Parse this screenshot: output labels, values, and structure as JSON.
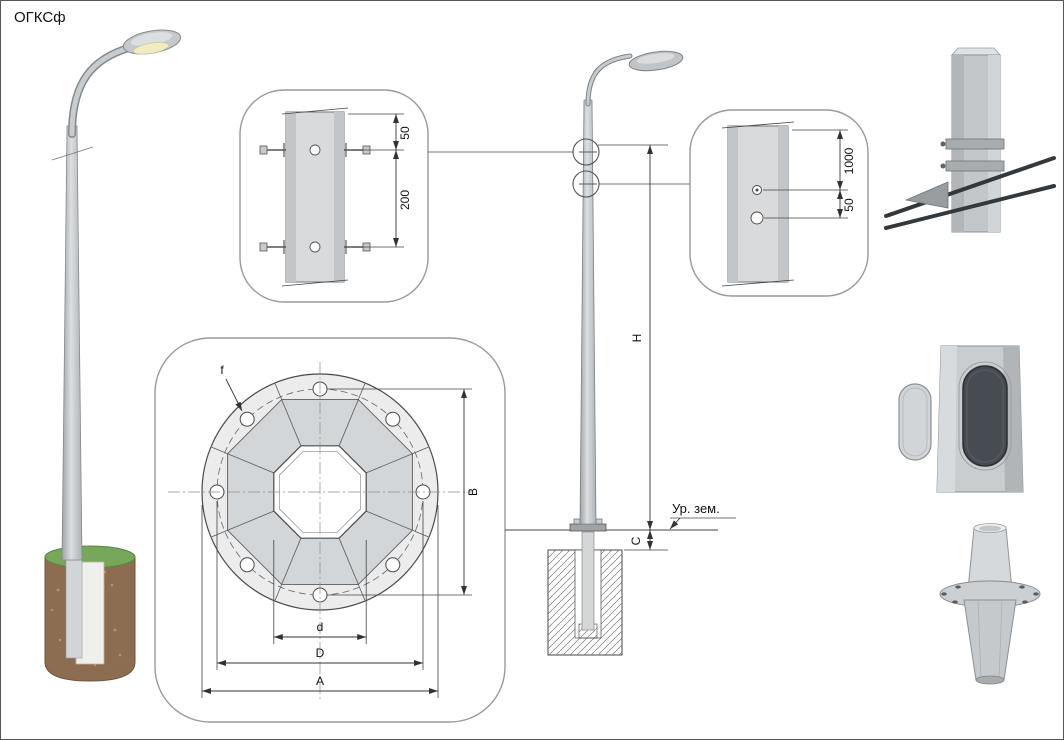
{
  "title": "ОГКСф",
  "clamp_detail": {
    "offset_top": "50",
    "bolt_spacing": "200"
  },
  "hole_detail": {
    "height_to_hole": "1000",
    "hole_spacing": "50"
  },
  "flange_plan": {
    "hole_label": "f",
    "bolt_span_vertical": "B",
    "inner_opening": "d",
    "bolt_circle": "D",
    "outer_width": "A"
  },
  "elevation": {
    "height": "H",
    "reveal": "C",
    "ground_level": "Ур. зем."
  }
}
